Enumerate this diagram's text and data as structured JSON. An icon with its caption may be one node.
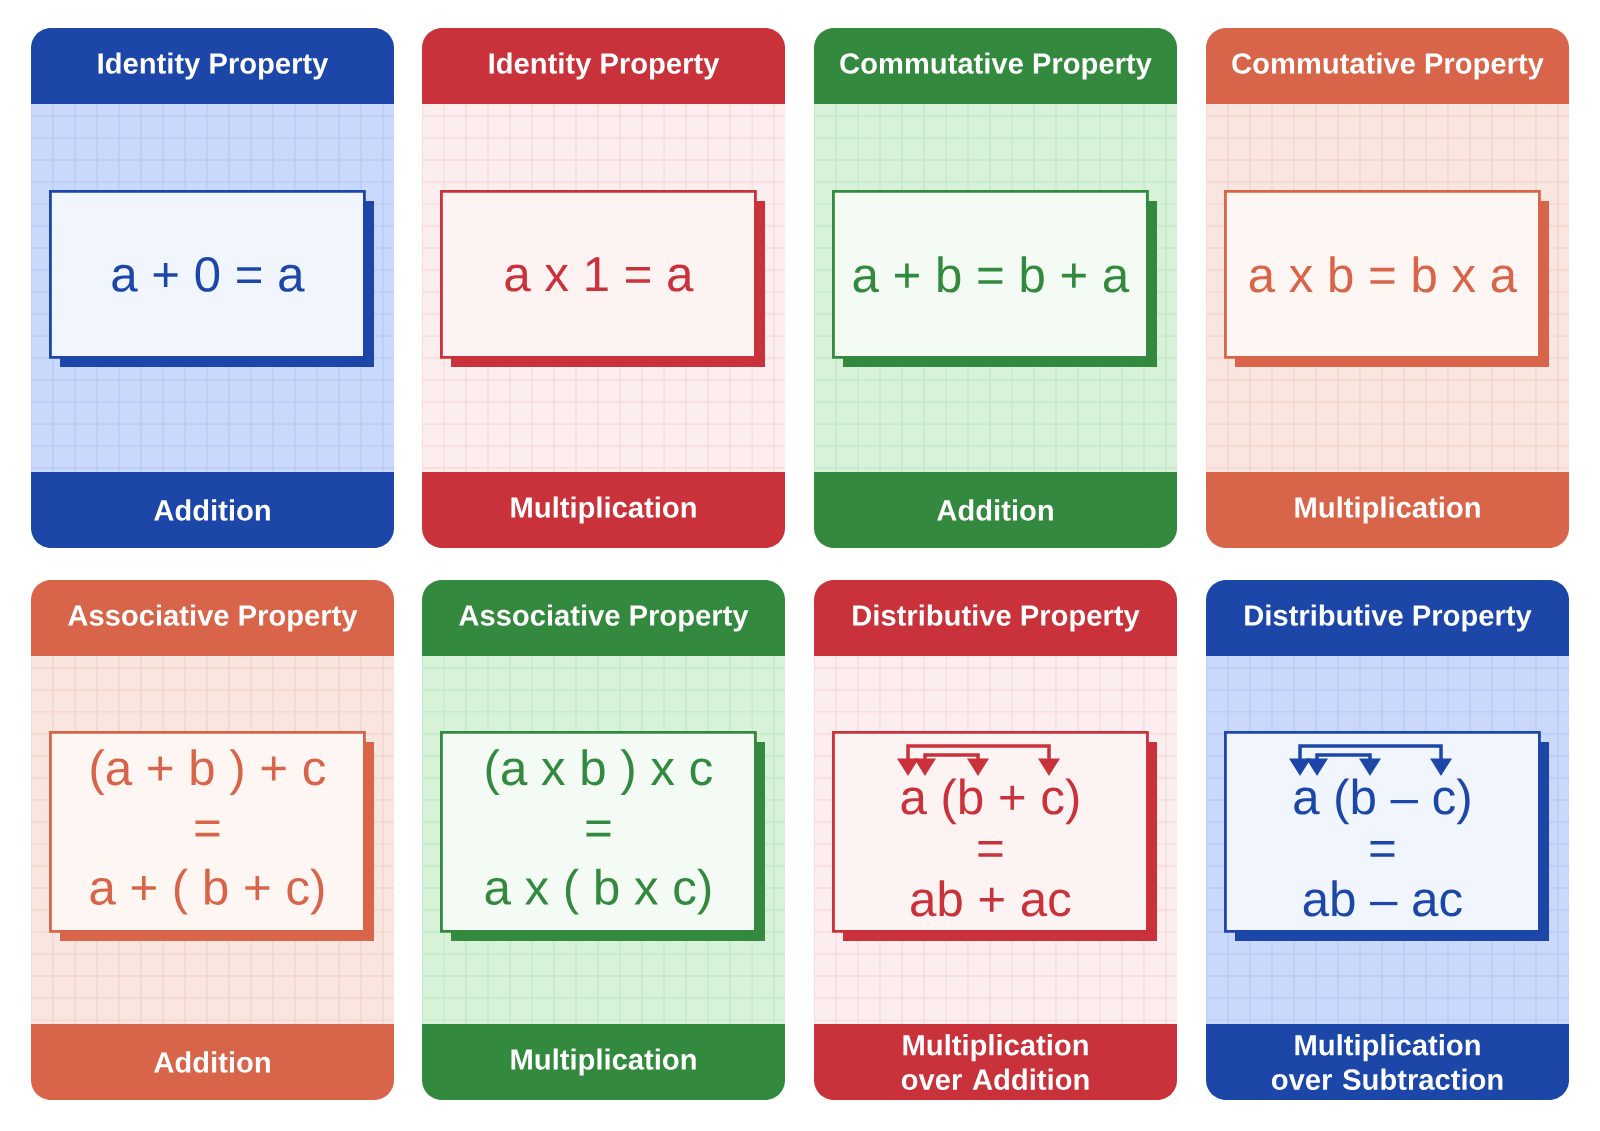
{
  "diagram": {
    "nodes": [
      {
        "text": [
          "Identity Property",
          "Addition"
        ]
      },
      {
        "text": [
          "a + 0 = a"
        ],
        "in": 0
      },
      {
        "text": [
          "Identity Property",
          "Multiplication"
        ]
      },
      {
        "text": [
          "a x 1 = a"
        ],
        "in": 2
      },
      {
        "text": [
          "Commutative Property",
          "Addition"
        ]
      },
      {
        "text": [
          "a + b = b + a"
        ],
        "in": 4
      },
      {
        "text": [
          "Commutative Property",
          "Multiplication"
        ]
      },
      {
        "text": [
          "a x b = b x a"
        ],
        "in": 6
      },
      {
        "text": [
          "Associative Property",
          "Addition"
        ]
      },
      {
        "text": [
          "(a + b ) + c",
          "=",
          "a + ( b + c)"
        ],
        "in": 8
      },
      {
        "text": [
          "Associative Property",
          "Multiplication"
        ]
      },
      {
        "text": [
          "(a x b ) x c",
          "=",
          "a x ( b x c)"
        ],
        "in": 10
      },
      {
        "text": [
          "Distributive Property",
          "Multiplication over Addition"
        ]
      },
      {
        "text": [
          "a (b + c)",
          "=",
          "ab + ac"
        ],
        "in": 12
      },
      {
        "text": [
          "Distributive Property",
          "Multiplication over Subtraction"
        ]
      },
      {
        "text": [
          "a (b – c)",
          "=",
          "ab – ac"
        ],
        "in": 14
      }
    ]
  }
}
